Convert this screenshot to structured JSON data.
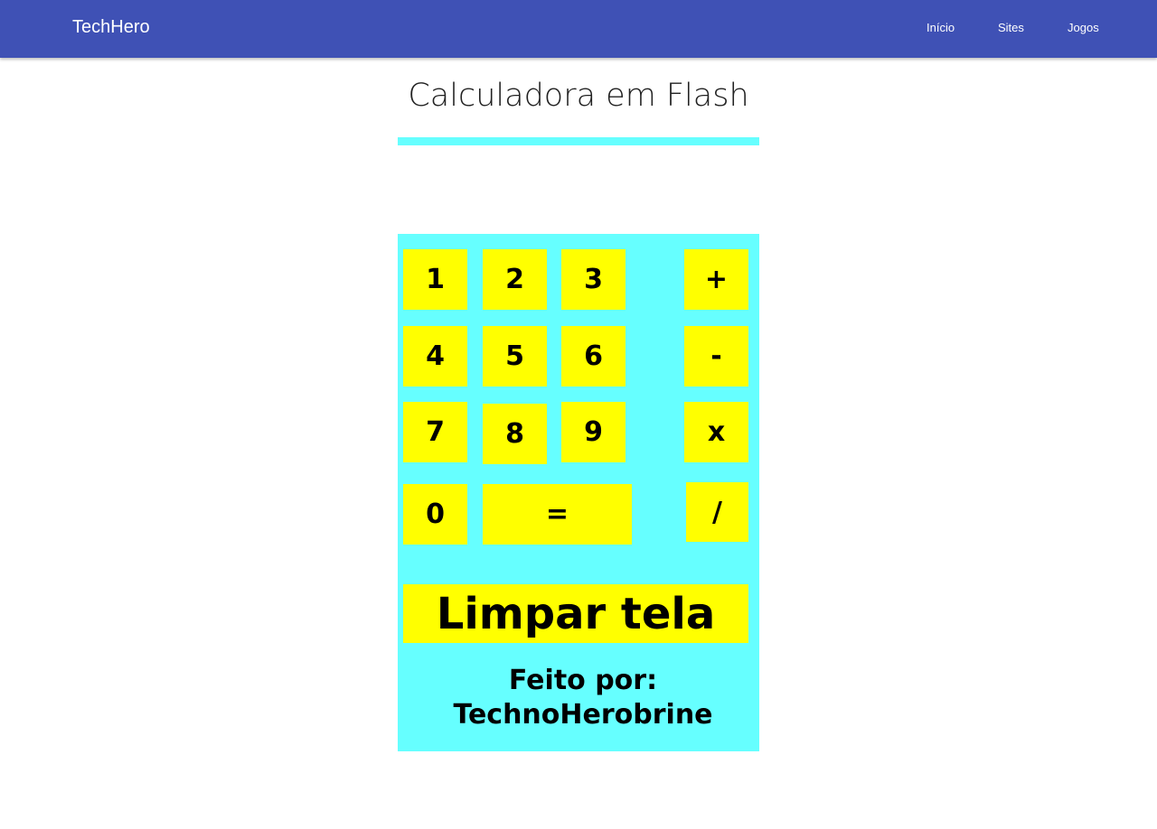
{
  "navbar": {
    "brand": "TechHero",
    "links": [
      "Início",
      "Sites",
      "Jogos"
    ],
    "color": "#3f51b5"
  },
  "page": {
    "title": "Calculadora em Flash"
  },
  "calculator": {
    "panel_color": "#66ffff",
    "key_color": "#ffff00",
    "keys": {
      "k1": "1",
      "k2": "2",
      "k3": "3",
      "plus": "+",
      "k4": "4",
      "k5": "5",
      "k6": "6",
      "minus": "-",
      "k7": "7",
      "k8": "8",
      "k9": "9",
      "times": "x",
      "k0": "0",
      "equals": "=",
      "divide": "/"
    },
    "clear_label": "Limpar tela",
    "credit_line1": "Feito por:",
    "credit_line2": "TechnoHerobrine"
  }
}
